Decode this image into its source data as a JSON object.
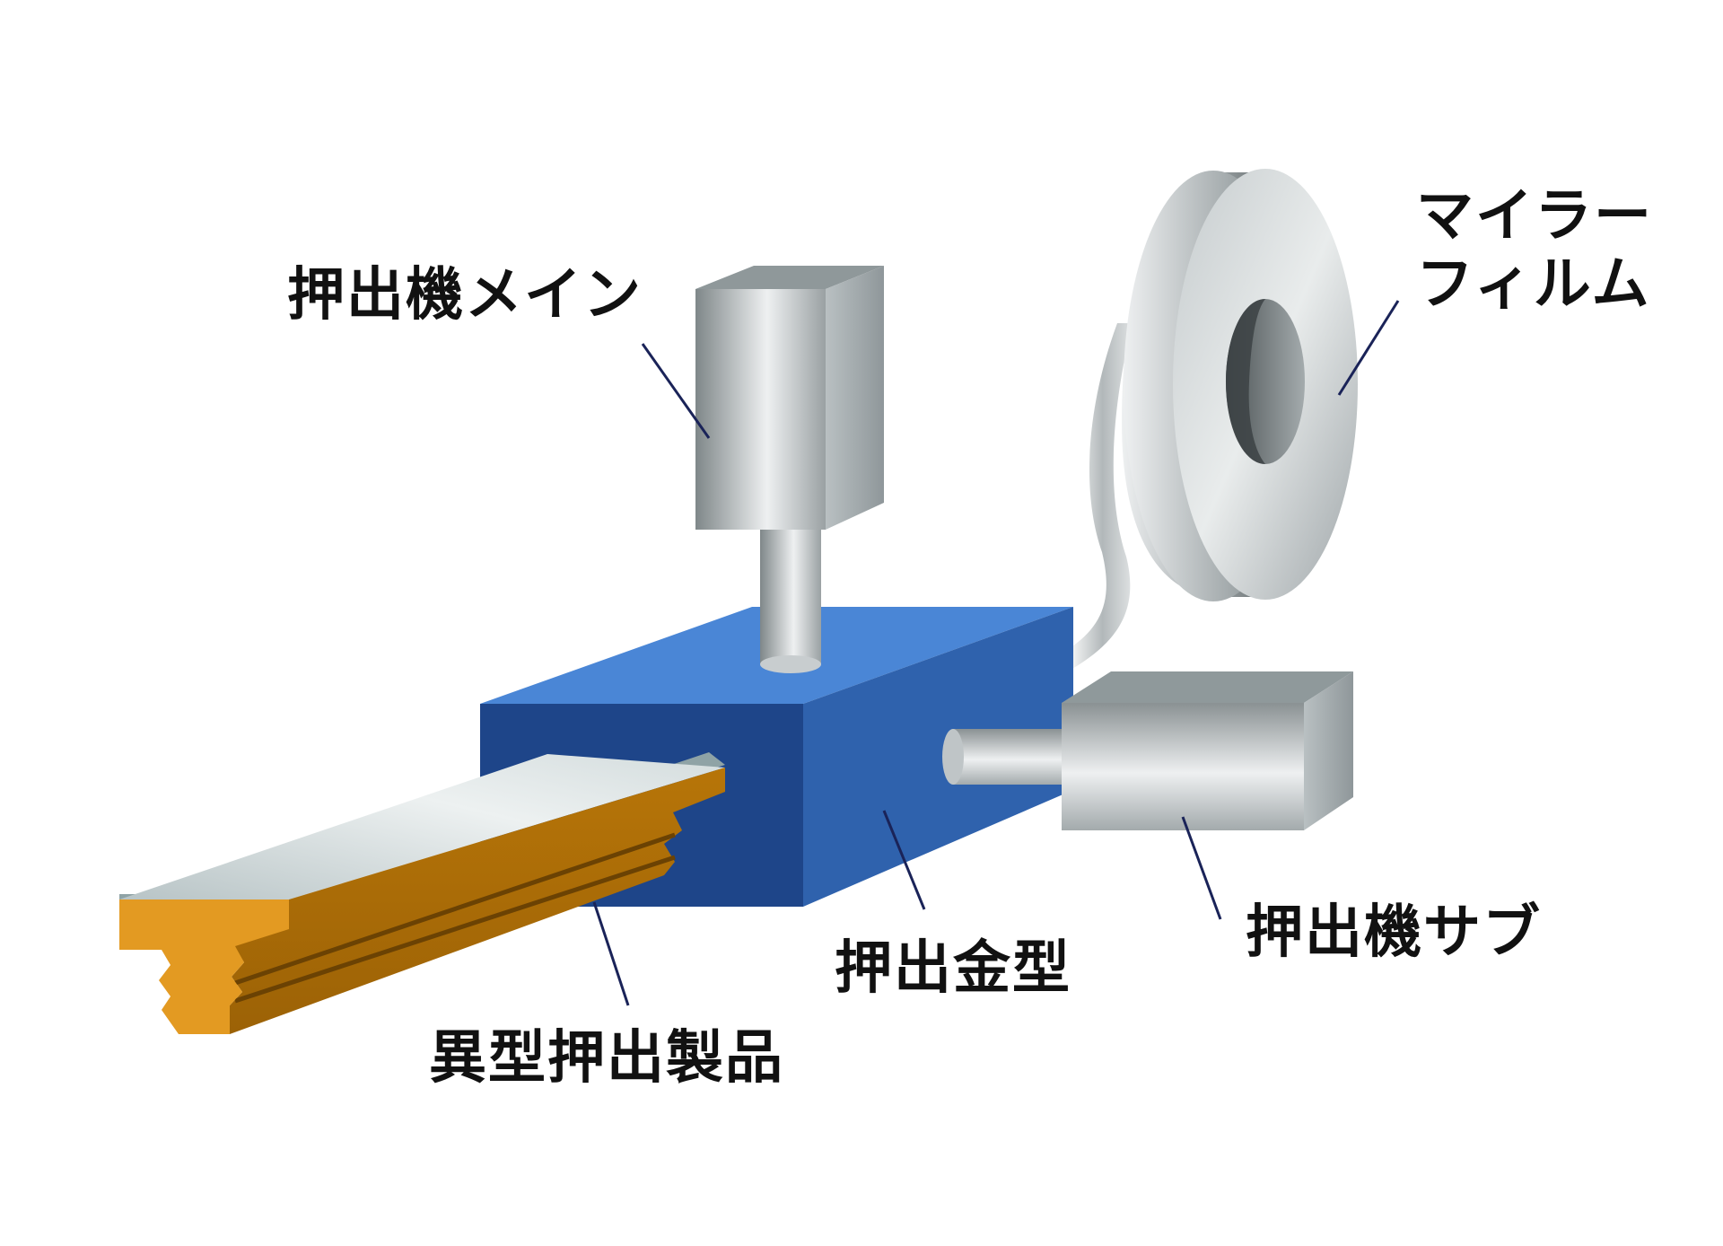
{
  "labels": {
    "main_extruder": "押出機メイン",
    "mylar_film_line1": "マイラー",
    "mylar_film_line2": "フィルム",
    "sub_extruder": "押出機サブ",
    "die": "押出金型",
    "profile_product": "異型押出製品"
  },
  "colors": {
    "die_front": "#1e4589",
    "die_top": "#4a86d6",
    "die_side": "#2f62ad",
    "steel_dark": "#858c8e",
    "steel_light": "#e6e9ea",
    "product_orange": "#e39a22",
    "product_side": "#b77508",
    "product_top": "#c9d5d6",
    "leader_line": "#1a2358"
  }
}
